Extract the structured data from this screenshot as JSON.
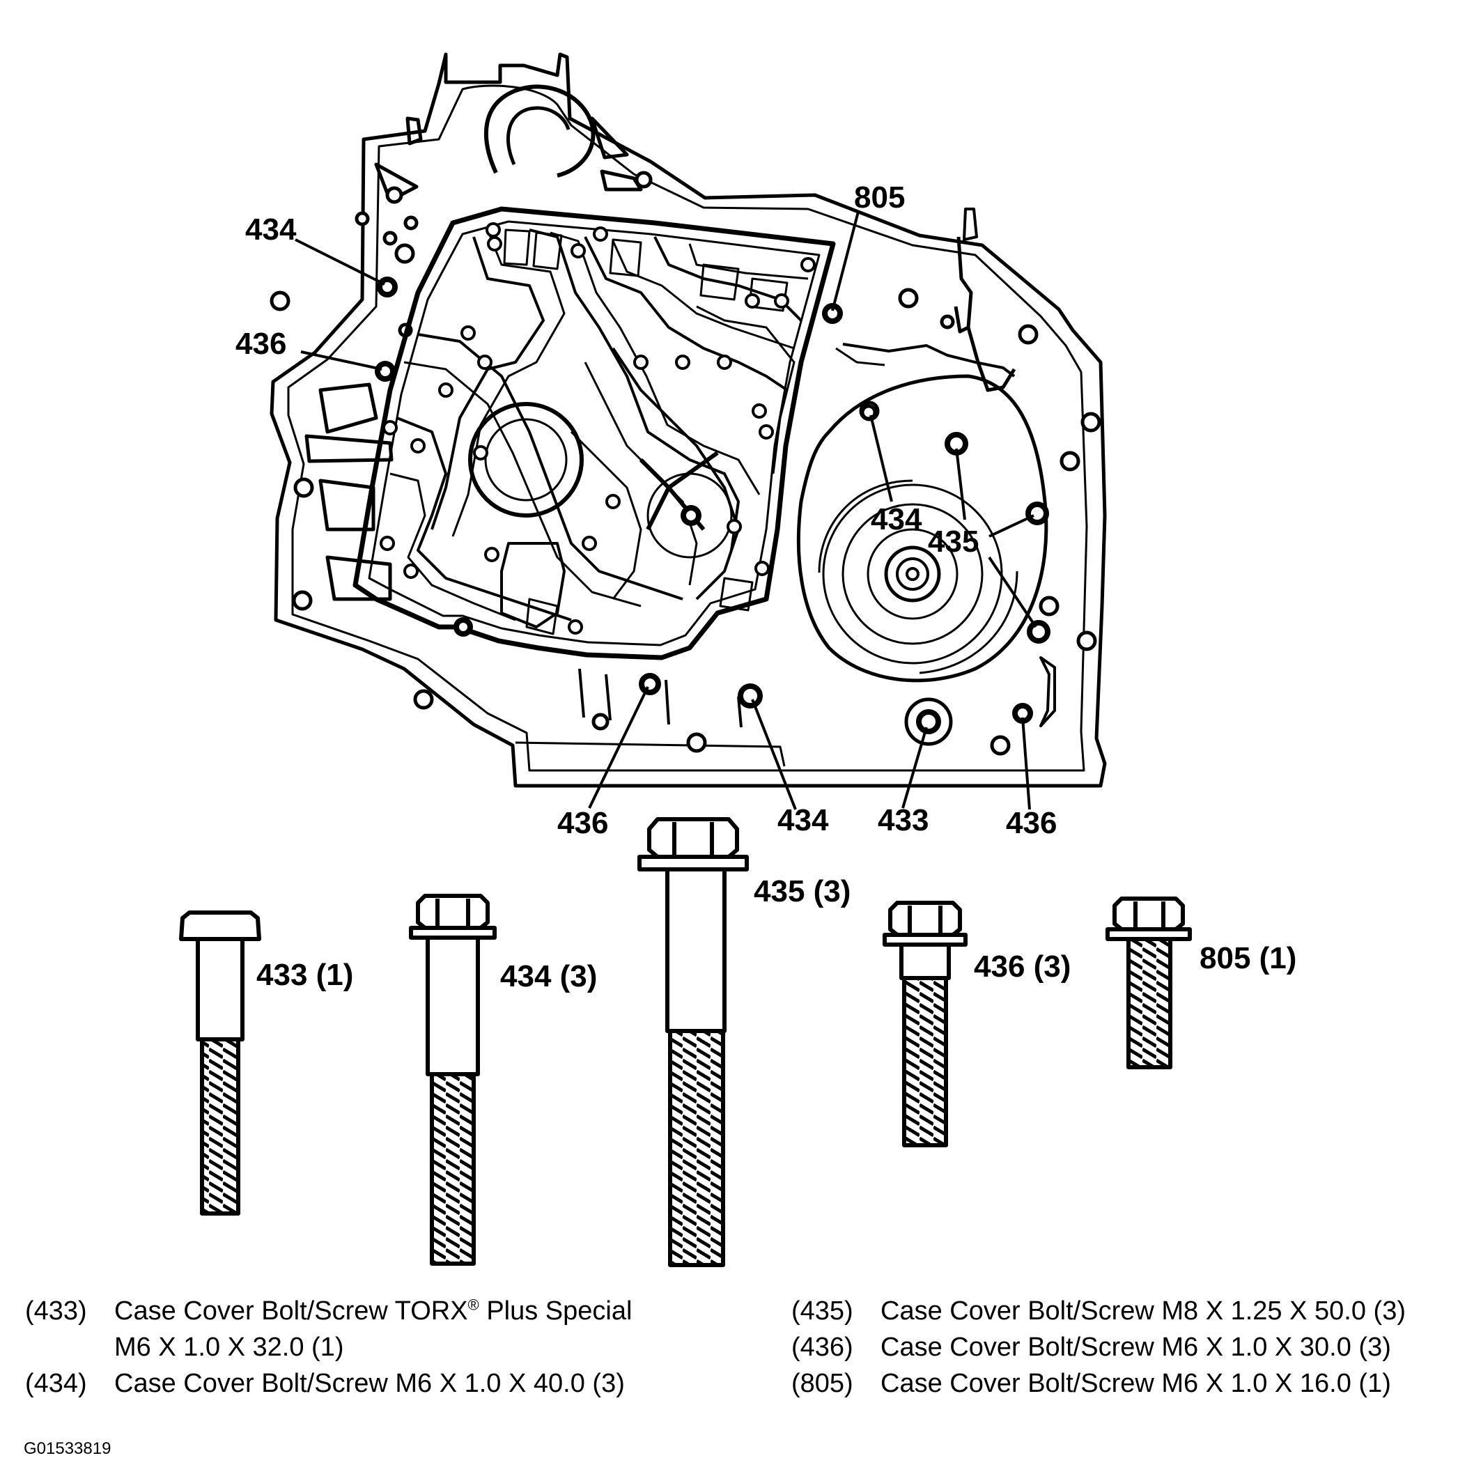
{
  "callouts": {
    "c805_top": "805",
    "c434_upper_left": "434",
    "c436_upper_left": "436",
    "c434_center": "434",
    "c435_center": "435",
    "c436_bottom_left": "436",
    "c434_bottom": "434",
    "c433_bottom": "433",
    "c436_bottom_right": "436"
  },
  "bolts": [
    {
      "label": "433 (1)",
      "part": "433",
      "qty": 1
    },
    {
      "label": "434 (3)",
      "part": "434",
      "qty": 3
    },
    {
      "label": "435 (3)",
      "part": "435",
      "qty": 3
    },
    {
      "label": "436 (3)",
      "part": "436",
      "qty": 3
    },
    {
      "label": "805 (1)",
      "part": "805",
      "qty": 1
    }
  ],
  "legend": {
    "left": [
      {
        "num": "(433)",
        "line1": "Case Cover Bolt/Screw TORX",
        "sup": "®",
        "line1_tail": " Plus Special",
        "line2": "M6 X 1.0 X 32.0 (1)"
      },
      {
        "num": "(434)",
        "line1": "Case Cover Bolt/Screw M6 X 1.0 X 40.0 (3)"
      }
    ],
    "right": [
      {
        "num": "(435)",
        "line1": "Case Cover Bolt/Screw M8 X 1.25 X 50.0 (3)"
      },
      {
        "num": "(436)",
        "line1": "Case Cover Bolt/Screw M6 X 1.0 X 30.0 (3)"
      },
      {
        "num": "(805)",
        "line1": "Case Cover Bolt/Screw M6 X 1.0 X 16.0 (1)"
      }
    ]
  },
  "figure_code": "G01533819"
}
